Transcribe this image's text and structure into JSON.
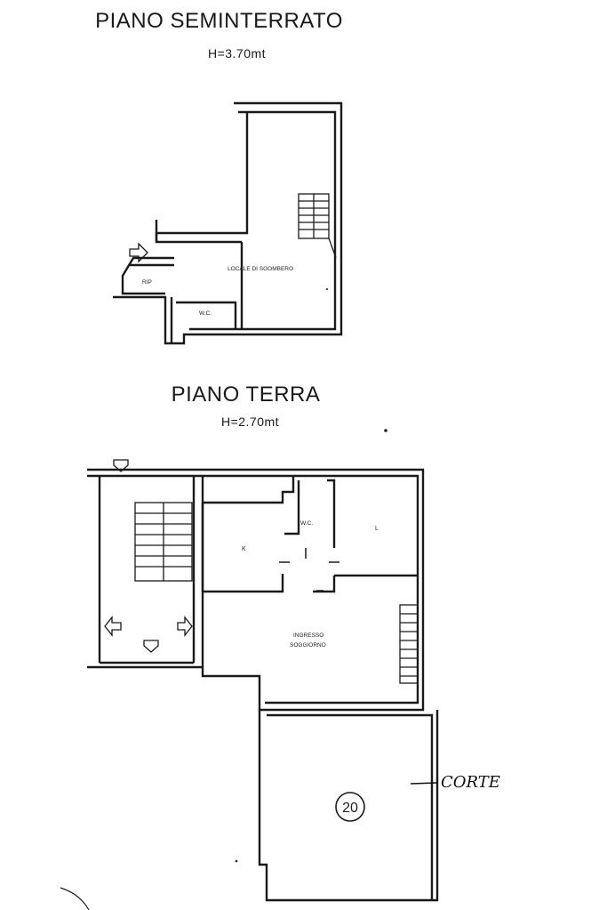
{
  "basement": {
    "title": "PIANO SEMINTERRATO",
    "height": "H=3.70mt",
    "labels": {
      "locale": "LOCALE DI SGOMBERO",
      "rip": "RIP",
      "wc": "W.C."
    }
  },
  "ground": {
    "title": "PIANO TERRA",
    "height": "H=2.70mt",
    "labels": {
      "wc": "W.C.",
      "k": "K",
      "l": "L",
      "ingresso": "INGRESSO",
      "soggiorno": "SOGGIORNO"
    }
  },
  "annotations": {
    "corte": "CORTE",
    "number": "20"
  }
}
